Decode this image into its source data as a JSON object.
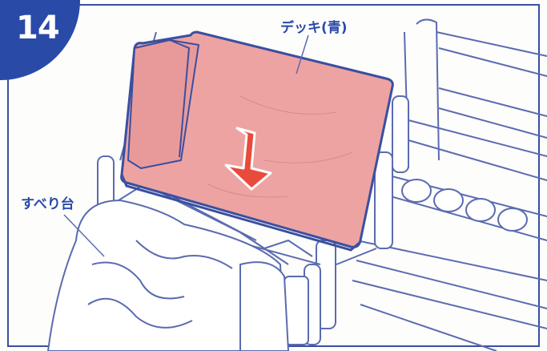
{
  "step": {
    "number": "14"
  },
  "labels": {
    "deck": "デッキ(青)",
    "slide": "すべり台"
  },
  "colors": {
    "badge": "#2a4aa8",
    "outline": "#3a4fa0",
    "deck_fill": "#eea3a3",
    "arrow": "#e84a3c",
    "line": "#1f3a8a"
  },
  "icons": {
    "arrow": "down-arrow-icon"
  }
}
